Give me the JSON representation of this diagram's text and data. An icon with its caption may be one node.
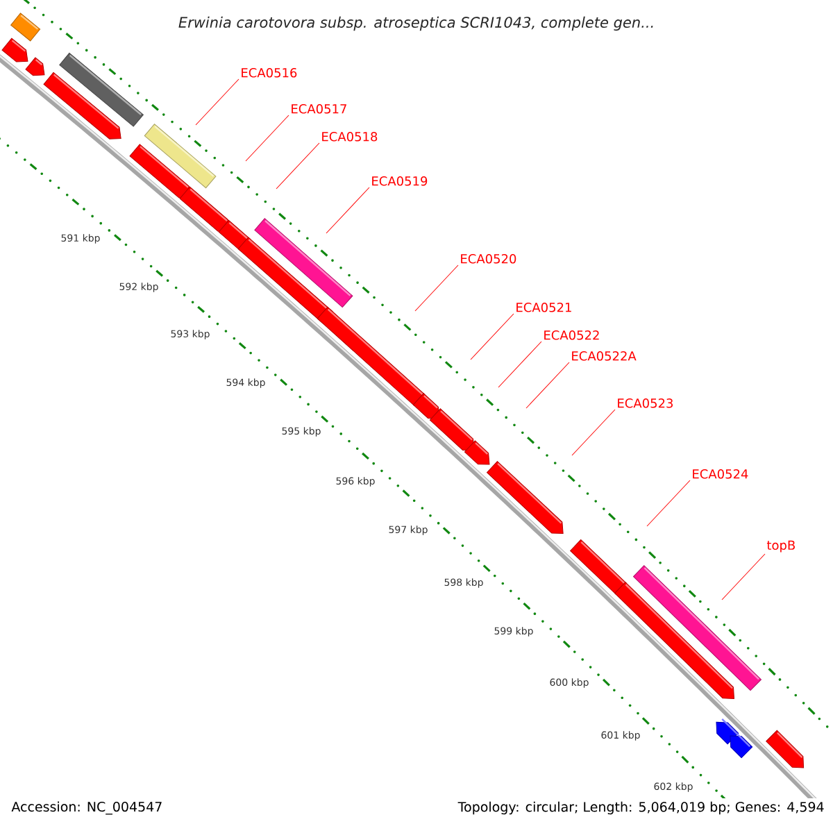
{
  "diagram": {
    "title": "Erwinia carotovora subsp. atroseptica SCRI1043, complete gen...",
    "nodes": [
      {
        "text": [
          "ECA0516"
        ]
      },
      {
        "text": [
          "ECA0517"
        ]
      },
      {
        "text": [
          "ECA0518"
        ]
      },
      {
        "text": [
          "ECA0519"
        ]
      },
      {
        "text": [
          "ECA0520"
        ]
      },
      {
        "text": [
          "ECA0521"
        ]
      },
      {
        "text": [
          "ECA0522"
        ]
      },
      {
        "text": [
          "ECA0522A"
        ]
      },
      {
        "text": [
          "ECA0523"
        ]
      },
      {
        "text": [
          "ECA0524"
        ]
      },
      {
        "text": [
          "topB"
        ]
      }
    ],
    "edges": [
      {
        "from": 0,
        "to": null,
        "arrow": "none"
      },
      {
        "from": 1,
        "to": null,
        "arrow": "none"
      },
      {
        "from": 2,
        "to": null,
        "arrow": "none"
      },
      {
        "from": 3,
        "to": null,
        "arrow": "none"
      },
      {
        "from": 4,
        "to": null,
        "arrow": "none"
      },
      {
        "from": 5,
        "to": null,
        "arrow": "none"
      },
      {
        "from": 6,
        "to": null,
        "arrow": "none"
      },
      {
        "from": 7,
        "to": null,
        "arrow": "none"
      },
      {
        "from": 8,
        "to": null,
        "arrow": "none"
      },
      {
        "from": 9,
        "to": null,
        "arrow": "none"
      },
      {
        "from": 10,
        "to": null,
        "arrow": "none"
      }
    ],
    "labels": [
      "591 kbp",
      "592 kbp",
      "593 kbp",
      "594 kbp",
      "595 kbp",
      "596 kbp",
      "597 kbp",
      "598 kbp",
      "599 kbp",
      "600 kbp",
      "601 kbp",
      "602 kbp",
      "Accession: NC_004547",
      "Topology: circular; Length: 5,064,019 bp; Genes: 4,594"
    ]
  }
}
